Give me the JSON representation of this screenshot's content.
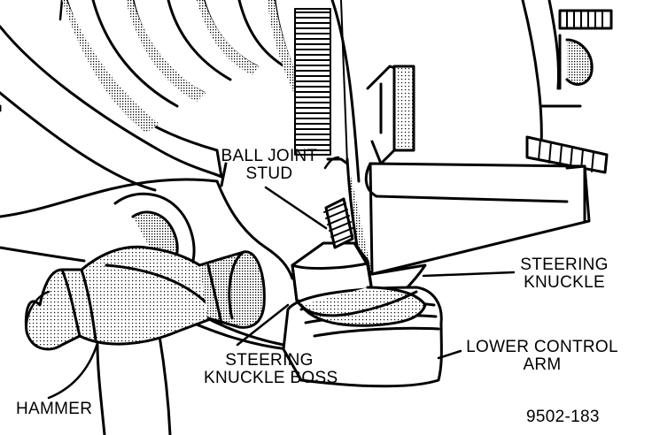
{
  "labels": {
    "ball_joint_stud": [
      "BALL JOINT",
      "STUD"
    ],
    "steering_knuckle": [
      "STEERING",
      "KNUCKLE"
    ],
    "lower_control_arm": [
      "LOWER CONTROL",
      "ARM"
    ],
    "steering_knuckle_boss": [
      "STEERING",
      "KNUCKLE BOSS"
    ],
    "hammer": "HAMMER",
    "figure_number": "9502-183"
  },
  "colors": {
    "ink": "#000000",
    "paper": "#ffffff",
    "shade": "#9a9a9a"
  }
}
